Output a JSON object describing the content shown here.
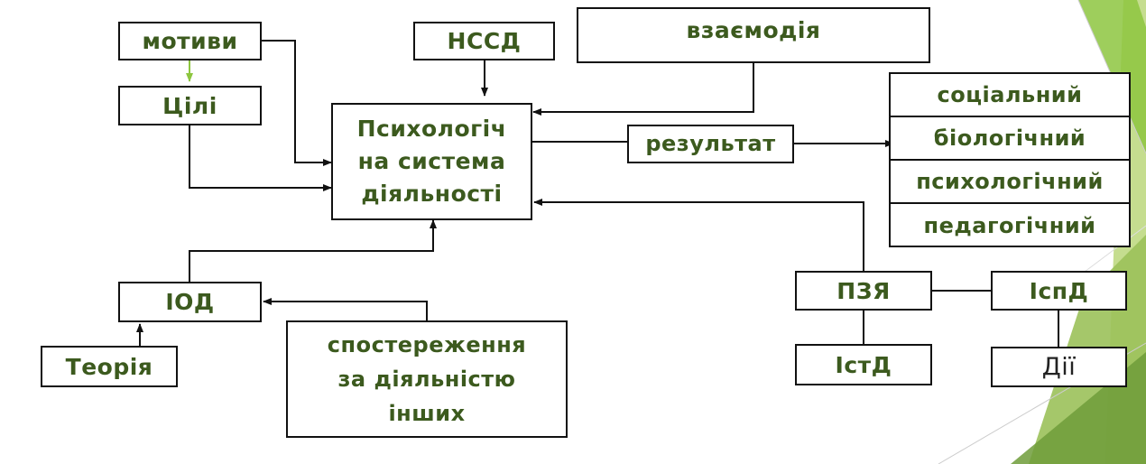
{
  "diagram": {
    "nodes": {
      "motives": "мотиви",
      "goals": "Цілі",
      "nssd": "НССД",
      "interaction": "взаємодія",
      "psych_system": [
        "Психологіч",
        "на система",
        "діяльності"
      ],
      "result": "результат",
      "iod": "ІОД",
      "theory": "Теорія",
      "observation": [
        "спостереження",
        "за діяльністю",
        "інших"
      ],
      "pzya": "ПЗЯ",
      "ispd": "ІспД",
      "istd": "ІстД",
      "actions": "Дії"
    },
    "result_types": [
      "соціальний",
      "біологічний",
      "психологічний",
      "педагогічний"
    ],
    "edges": [
      {
        "from": "мотиви",
        "to": "Цілі"
      },
      {
        "from": "мотиви",
        "to": "Психологічна система діяльності"
      },
      {
        "from": "Цілі",
        "to": "Психологічна система діяльності"
      },
      {
        "from": "НССД",
        "to": "Психологічна система діяльності"
      },
      {
        "from": "взаємодія",
        "to": "Психологічна система діяльності"
      },
      {
        "from": "Психологічна система діяльності",
        "to": "результат"
      },
      {
        "from": "результат",
        "to": "result_types"
      },
      {
        "from": "ІОД",
        "to": "Психологічна система діяльності"
      },
      {
        "from": "Теорія",
        "to": "ІОД"
      },
      {
        "from": "спостереження за діяльністю інших",
        "to": "ІОД"
      },
      {
        "from": "ПЗЯ",
        "to": "Психологічна система діяльності"
      },
      {
        "from": "ПЗЯ",
        "to": "ІспД"
      },
      {
        "from": "ПЗЯ",
        "to": "ІстД"
      },
      {
        "from": "ІспД",
        "to": "Дії"
      }
    ]
  },
  "colors": {
    "text_green": "#3c5a1e",
    "accent_green": "#8dc63f",
    "decor_green_light": "#c5dd8f",
    "decor_green": "#9bc15a"
  }
}
